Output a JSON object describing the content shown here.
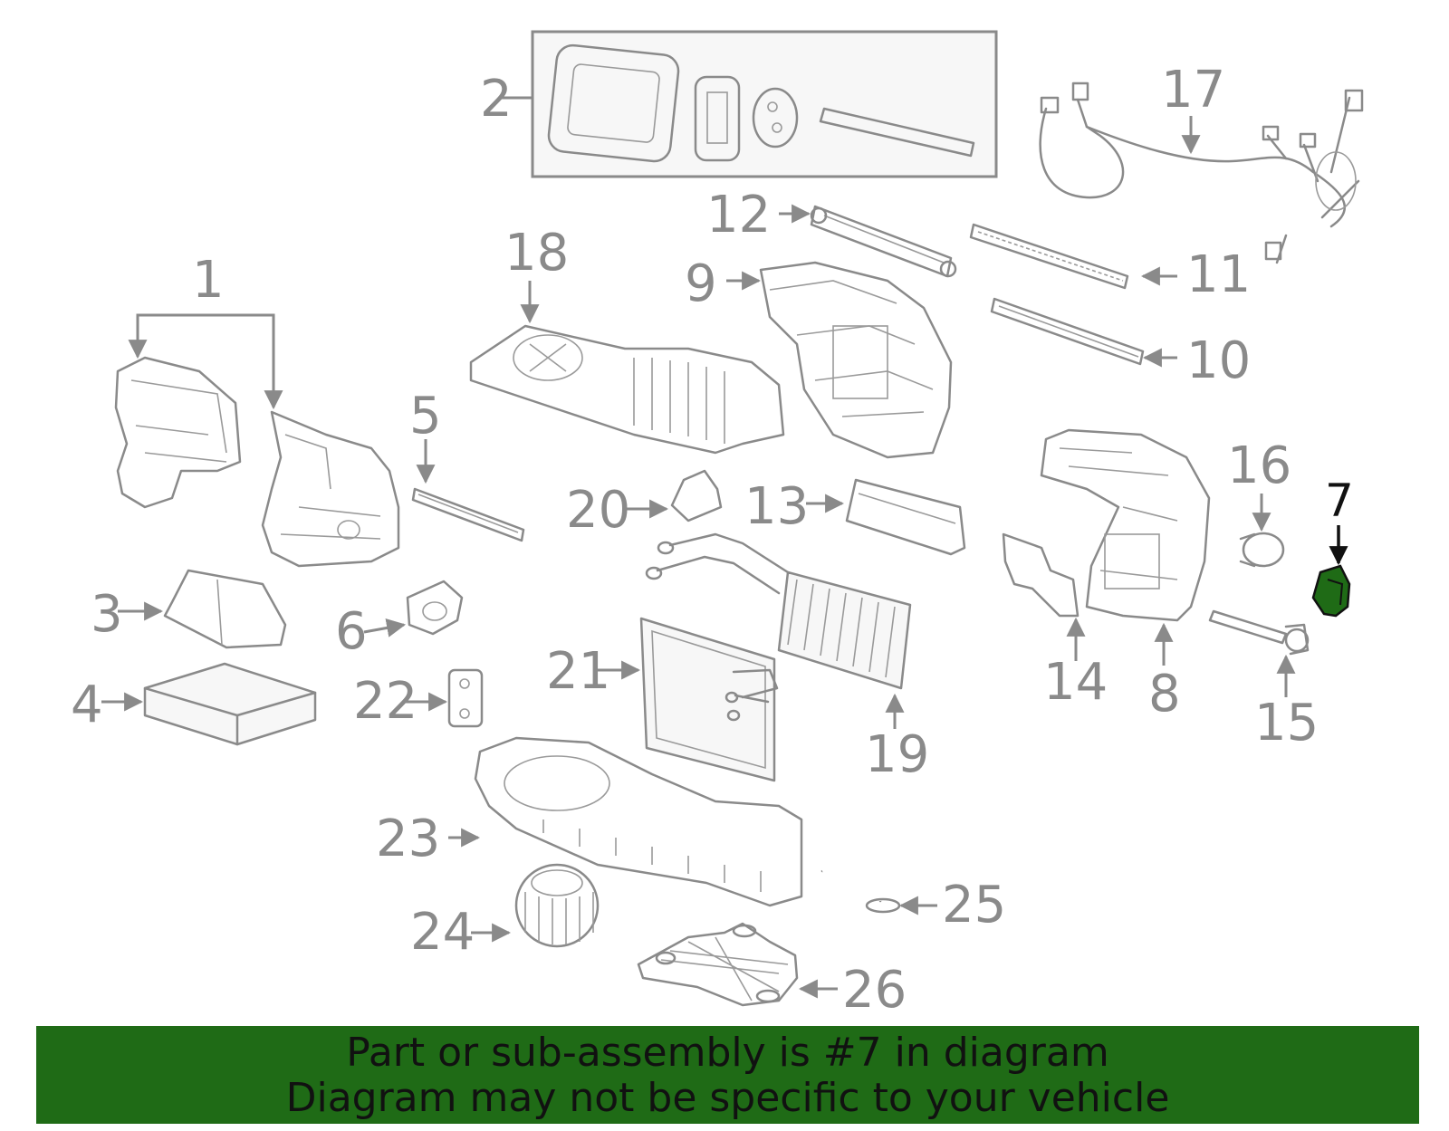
{
  "diagram": {
    "highlighted_part": "7",
    "highlight_color": "#1f6b16",
    "callouts": [
      "1",
      "2",
      "3",
      "4",
      "5",
      "6",
      "7",
      "8",
      "9",
      "10",
      "11",
      "12",
      "13",
      "14",
      "15",
      "16",
      "17",
      "18",
      "19",
      "20",
      "21",
      "22",
      "23",
      "24",
      "25",
      "26"
    ]
  },
  "banner": {
    "line1": "Part or sub-assembly is #7 in diagram",
    "line2": "Diagram may not be specific to your vehicle",
    "background": "#1f6b16"
  }
}
